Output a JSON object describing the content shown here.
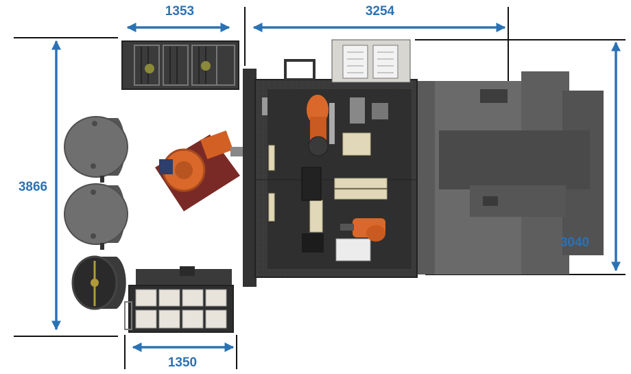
{
  "dimensions": {
    "top_left": "1353",
    "top_right": "3254",
    "left_vertical": "3866",
    "right_vertical": "3040",
    "bottom_left": "1350"
  },
  "colors": {
    "dimension": "#2b72b4",
    "extension_line": "#111111",
    "machine_dark": "#2e2e2e",
    "machine_grey": "#555555",
    "robot_orange": "#d9682a",
    "tank_grey": "#6f6f6f",
    "rack_light": "#e8e4dc"
  }
}
